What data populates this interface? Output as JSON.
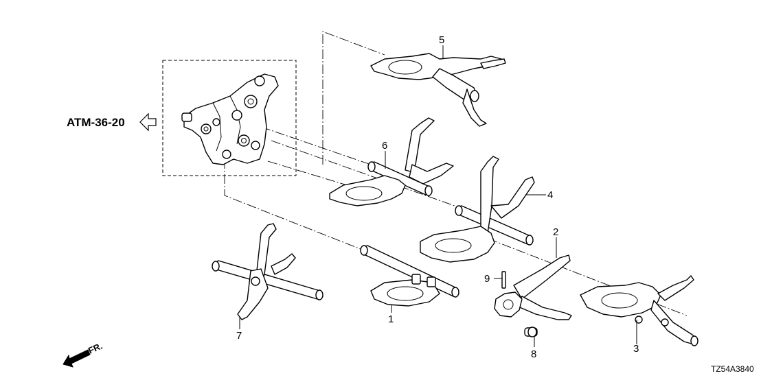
{
  "reference": {
    "text": "ATM-36-20",
    "arrow_icon": "outline-left-arrow-icon"
  },
  "diagram_code": "TZ54A3840",
  "front_indicator": {
    "text": "FR.",
    "arrow_icon": "solid-down-left-arrow-icon"
  },
  "callouts": [
    {
      "id": "1",
      "text": "1"
    },
    {
      "id": "2",
      "text": "2"
    },
    {
      "id": "3",
      "text": "3"
    },
    {
      "id": "4",
      "text": "4"
    },
    {
      "id": "5",
      "text": "5"
    },
    {
      "id": "6",
      "text": "6"
    },
    {
      "id": "7",
      "text": "7"
    },
    {
      "id": "8",
      "text": "8"
    },
    {
      "id": "9",
      "text": "9"
    }
  ]
}
